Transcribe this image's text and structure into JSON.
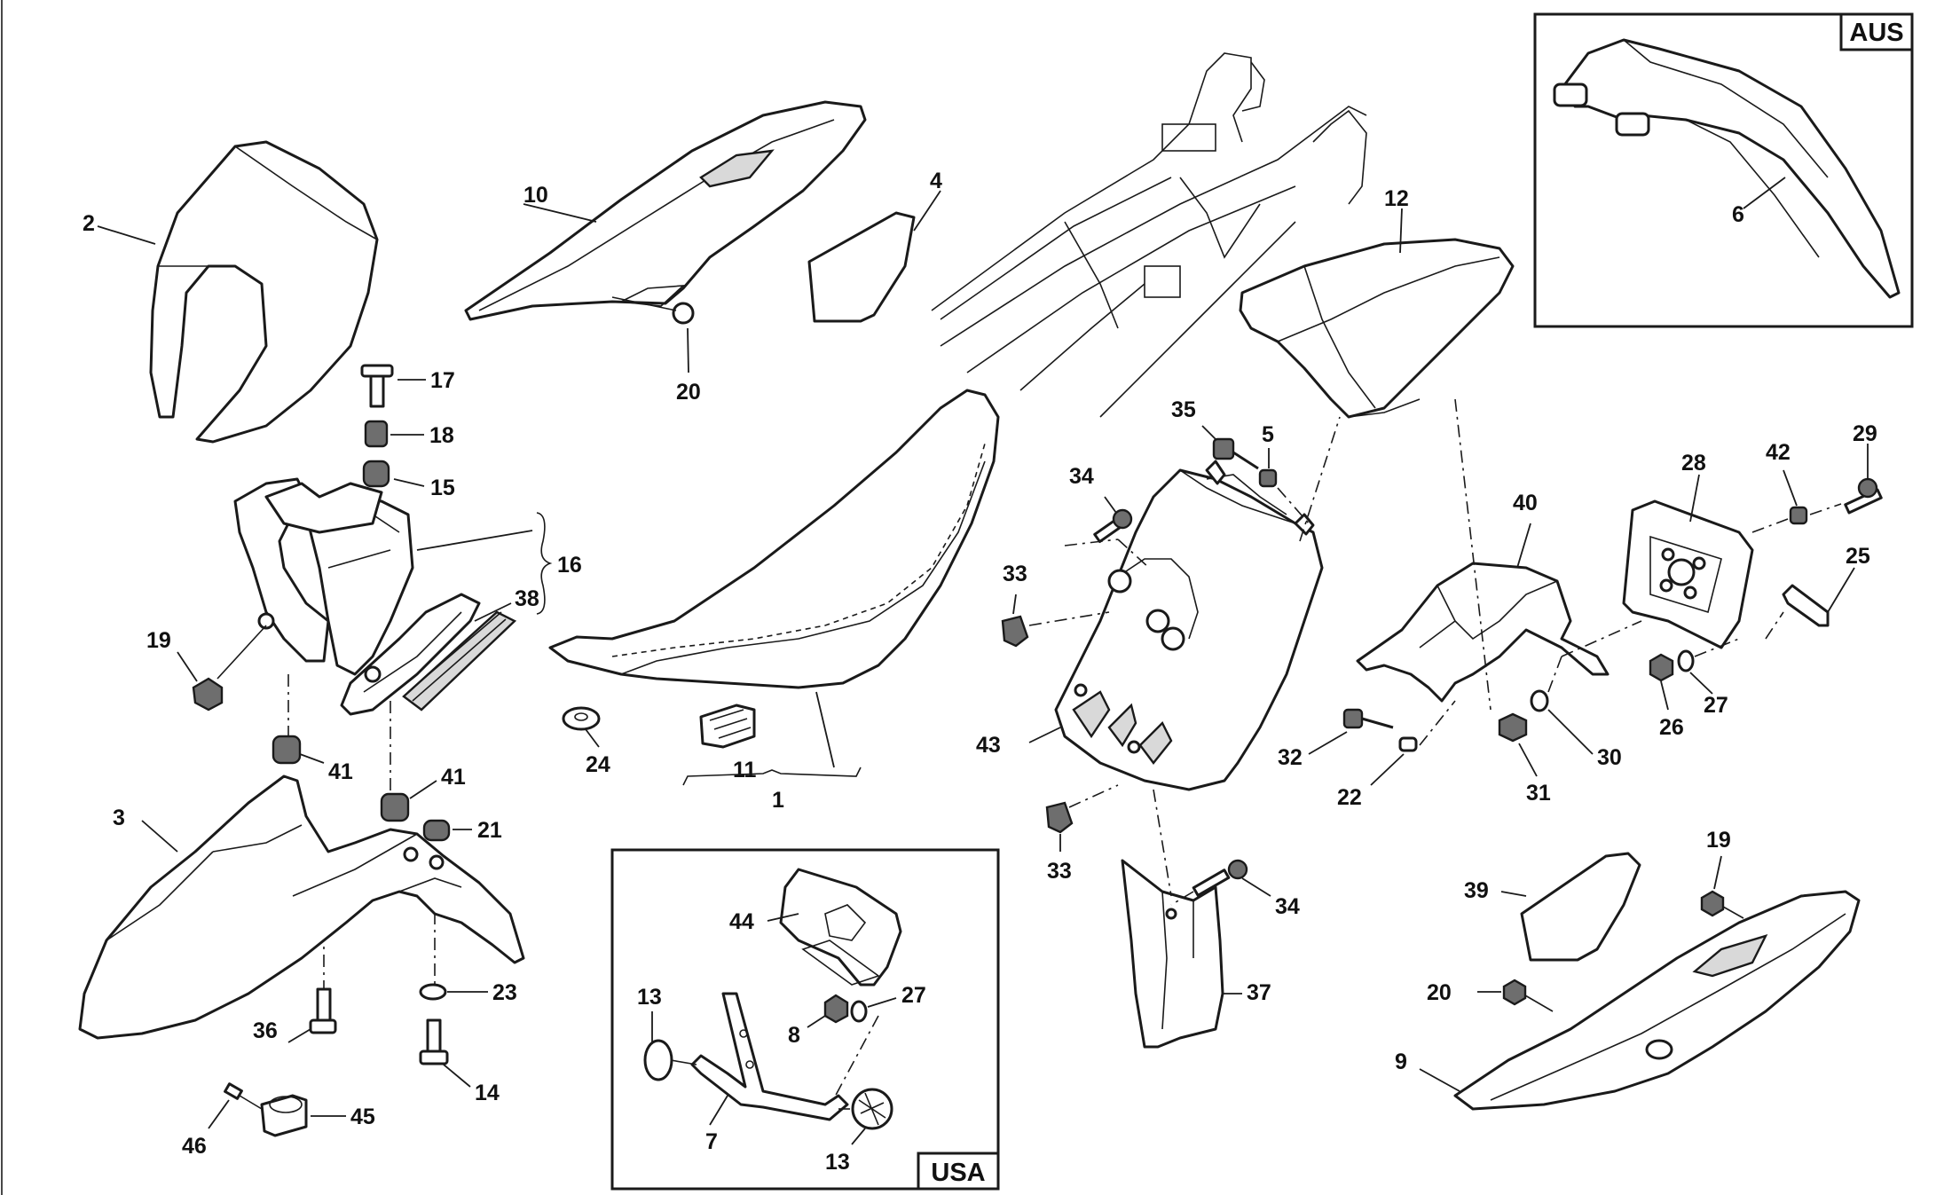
{
  "regions": {
    "aus": "AUS",
    "usa": "USA"
  },
  "callouts": {
    "c1": "1",
    "c2": "2",
    "c3": "3",
    "c4": "4",
    "c5": "5",
    "c6": "6",
    "c7": "7",
    "c8": "8",
    "c9": "9",
    "c10": "10",
    "c11": "11",
    "c12": "12",
    "c13a": "13",
    "c13b": "13",
    "c14": "14",
    "c15": "15",
    "c16": "16",
    "c17": "17",
    "c18": "18",
    "c19a": "19",
    "c19b": "19",
    "c20a": "20",
    "c20b": "20",
    "c21": "21",
    "c22": "22",
    "c23": "23",
    "c24": "24",
    "c25": "25",
    "c26": "26",
    "c27a": "27",
    "c27b": "27",
    "c28": "28",
    "c29": "29",
    "c30": "30",
    "c31": "31",
    "c32": "32",
    "c33a": "33",
    "c33b": "33",
    "c34a": "34",
    "c34b": "34",
    "c35": "35",
    "c36": "36",
    "c37": "37",
    "c38": "38",
    "c39": "39",
    "c40": "40",
    "c41a": "41",
    "c41b": "41",
    "c42": "42",
    "c43": "43",
    "c44": "44",
    "c45": "45",
    "c46": "46"
  },
  "colors": {
    "line": "#1a1a1a",
    "background": "#ffffff",
    "shade": "#d9d9d9"
  }
}
